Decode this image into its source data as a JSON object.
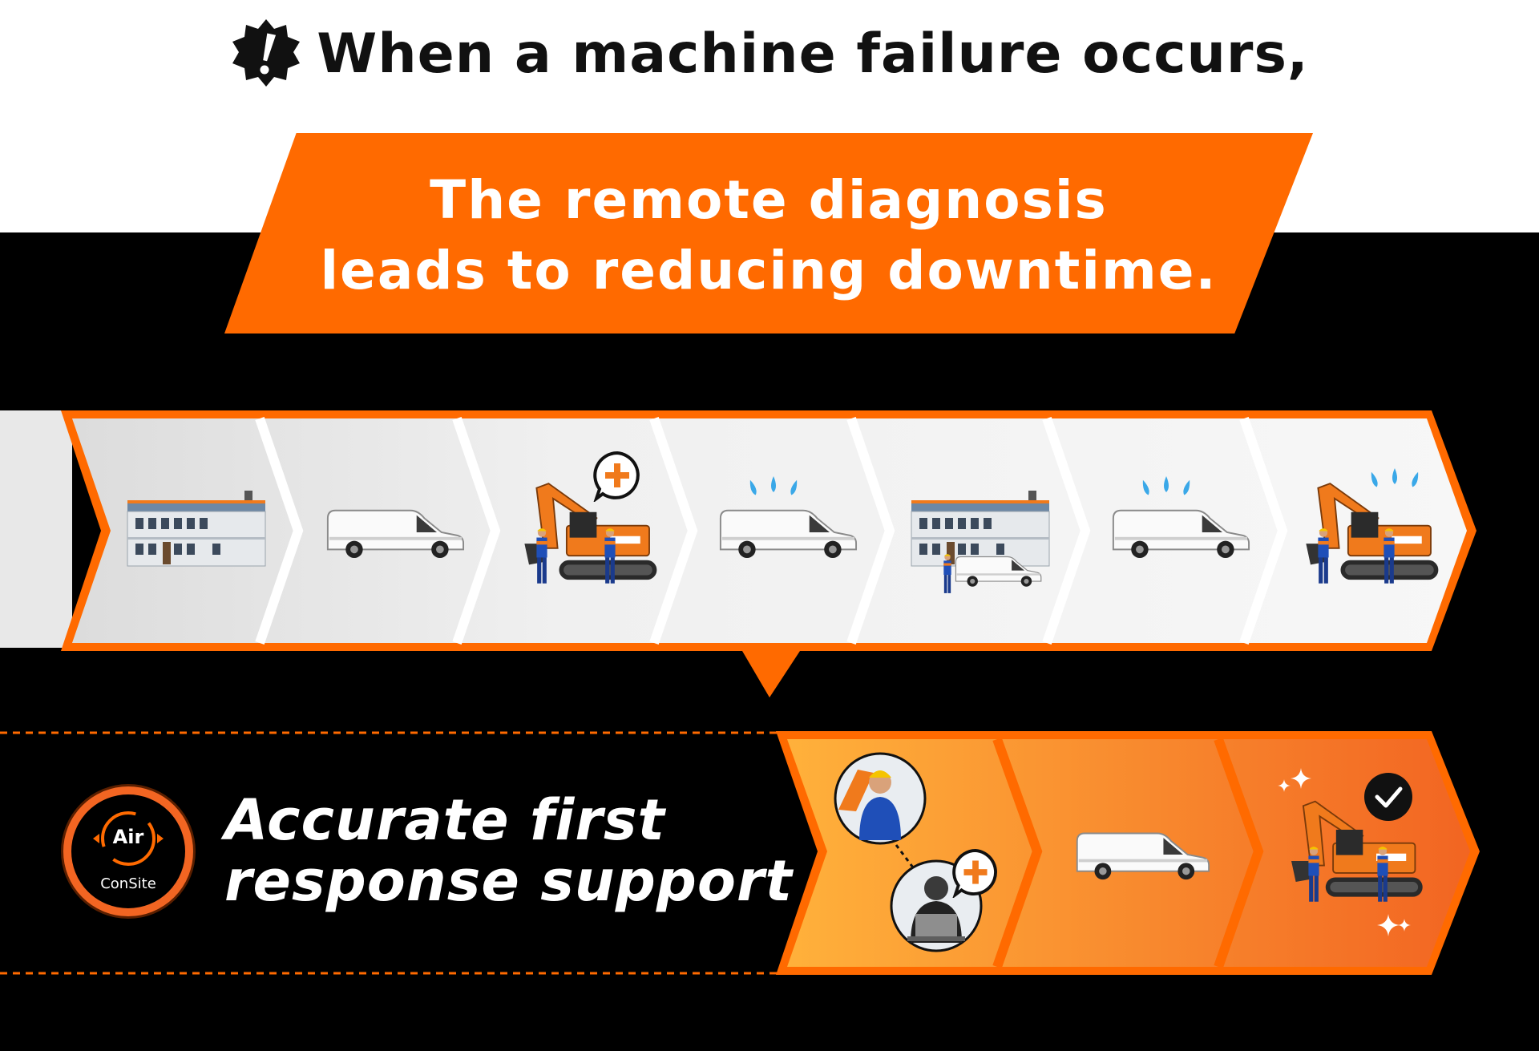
{
  "header": {
    "title": "When a machine failure occurs,",
    "alert_icon": "alert-badge-icon"
  },
  "banner": {
    "line1": "The remote diagnosis",
    "line2": "leads to reducing downtime."
  },
  "conventional_flow": {
    "steps": [
      {
        "icon": "service-office-icon"
      },
      {
        "icon": "service-van-icon"
      },
      {
        "icon": "excavator-inspection-icon",
        "badge": "medical-cross-bubble-icon"
      },
      {
        "icon": "service-van-returning-icon",
        "badge": "sweat-drops-icon"
      },
      {
        "icon": "office-parts-pickup-icon"
      },
      {
        "icon": "service-van-icon",
        "badge": "sweat-drops-icon"
      },
      {
        "icon": "excavator-repair-icon",
        "badge": "sweat-drops-icon"
      }
    ]
  },
  "consite_flow": {
    "tagline_line1": "Accurate first",
    "tagline_line2": "response support",
    "logo": {
      "top": "Air",
      "bottom": "ConSite"
    },
    "steps": [
      {
        "icon": "remote-diagnosis-call-icon",
        "badge": "medical-cross-bubble-icon"
      },
      {
        "icon": "service-van-icon"
      },
      {
        "icon": "excavator-repaired-icon",
        "badge": "checkmark-bubble-icon"
      }
    ]
  },
  "colors": {
    "brand_orange": "#ff6a00",
    "background": "#000000",
    "panel_light": "#f2f2f2",
    "gradient_start": "#ffb13b",
    "gradient_end": "#f26522",
    "sweat_blue": "#3aa8e8"
  }
}
